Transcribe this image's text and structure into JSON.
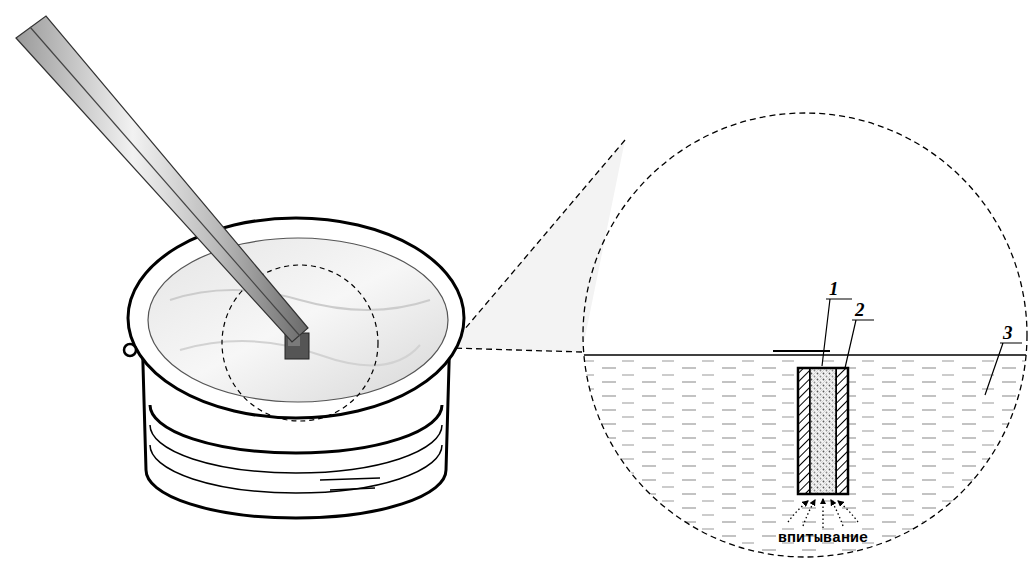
{
  "diagram": {
    "labels": [
      "1",
      "2",
      "3",
      "впитывание"
    ]
  }
}
